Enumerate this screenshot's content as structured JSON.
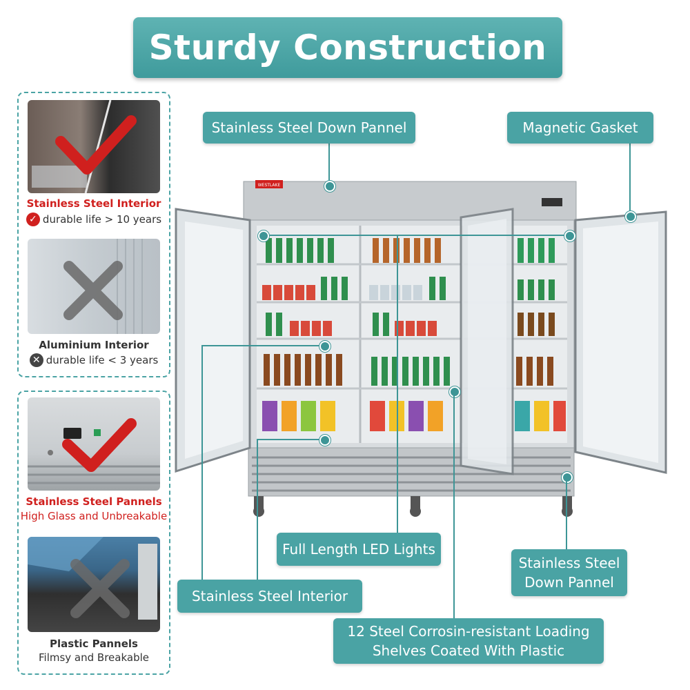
{
  "title": "Sturdy Construction",
  "callouts": {
    "top_left": "Stainless Steel Down Pannel",
    "top_right": "Magnetic Gasket",
    "led": "Full Length LED Lights",
    "bottom_right_line1": "Stainless Steel",
    "bottom_right_line2": "Down Pannel",
    "interior": "Stainless Steel Interior",
    "shelves_line1": "12 Steel Corrosin-resistant Loading",
    "shelves_line2": "Shelves Coated With Plastic"
  },
  "comparisons": [
    {
      "title": "Stainless Steel Interior",
      "sub": "durable life > 10 years",
      "verdict": "good"
    },
    {
      "title": "Aluminium Interior",
      "sub": "durable life < 3 years",
      "verdict": "bad"
    },
    {
      "title": "Stainless Steel Pannels",
      "sub": "High Glass and Unbreakable",
      "verdict": "good"
    },
    {
      "title": "Plastic Pannels",
      "sub": "Filmsy and Breakable",
      "verdict": "bad"
    }
  ],
  "brand": "WESTLAKE",
  "colors": {
    "accent": "#4aa3a4",
    "good": "#d0201e",
    "bad": "#555555"
  },
  "icons": {
    "good": "check-circle-icon",
    "bad": "x-circle-icon"
  }
}
